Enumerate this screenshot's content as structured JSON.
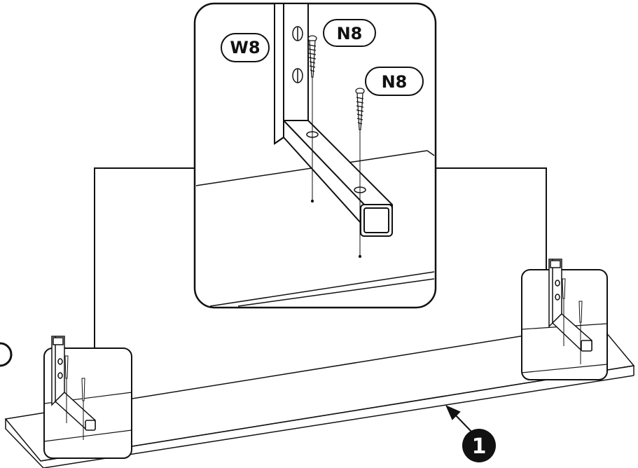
{
  "labels": {
    "washer_part": "W8",
    "screw_part_upper": "N8",
    "screw_part_lower": "N8"
  },
  "step_marker": {
    "number": "1"
  }
}
